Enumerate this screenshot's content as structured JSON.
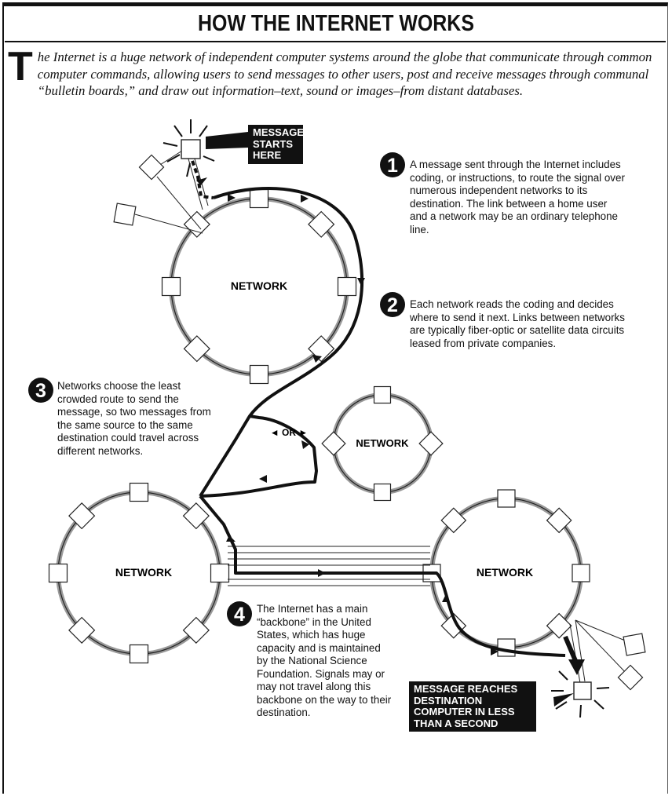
{
  "title": "HOW THE INTERNET WORKS",
  "intro": {
    "dropcap": "T",
    "text": "he Internet is a huge network of independent computer systems around the globe that communicate through common computer commands, allowing users to send messages to other users, post and receive messages through communal “bulletin boards,” and draw out information–text, sound or images–from distant databases."
  },
  "callouts": {
    "start": "MESSAGE\nSTARTS\nHERE",
    "end": "MESSAGE REACHES\nDESTINATION\nCOMPUTER IN LESS\nTHAN A SECOND"
  },
  "networks": [
    {
      "label": "NETWORK"
    },
    {
      "label": "NETWORK"
    },
    {
      "label": "NETWORK"
    },
    {
      "label": "NETWORK"
    }
  ],
  "or_label": "◄ OR ►",
  "steps": [
    {
      "number": "1",
      "text": "A message sent through the Internet includes coding, or instructions, to route the signal over numerous independent networks to its destination. The link between a home user and a network may be an ordinary telephone line."
    },
    {
      "number": "2",
      "text": "Each network reads the coding and decides where to send it next. Links between networks are typically fiber-optic or satellite data circuits leased from private companies."
    },
    {
      "number": "3",
      "text": "Networks choose the least crowded route to send the message, so two messages from the same source to the same destination could travel across different networks."
    },
    {
      "number": "4",
      "text": "The Internet has a main “backbone” in the United States, which has huge capacity and is maintained by the National Science Foundation. Signals may or may not travel along this backbone on the way to their destination."
    }
  ]
}
